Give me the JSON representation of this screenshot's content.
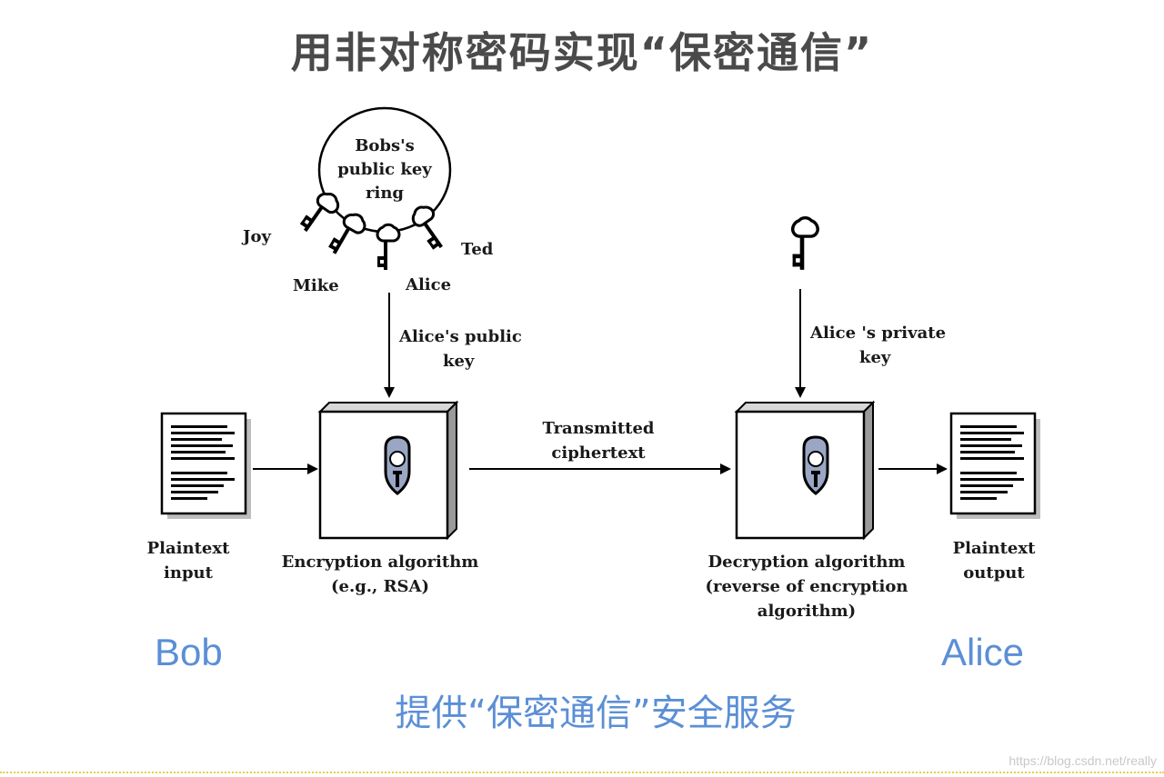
{
  "title": "用非对称密码实现“保密通信”",
  "keyring": {
    "label_lines": [
      "Bobs's",
      "public key",
      "ring"
    ],
    "keys": [
      "Joy",
      "Mike",
      "Alice",
      "Ted"
    ]
  },
  "labels": {
    "alice_public_key": [
      "Alice's public",
      "key"
    ],
    "alice_private_key": [
      "Alice 's private",
      "key"
    ],
    "transmitted_ciphertext": [
      "Transmitted",
      "ciphertext"
    ],
    "plaintext_input": [
      "Plaintext",
      "input"
    ],
    "plaintext_output": [
      "Plaintext",
      "output"
    ],
    "encryption_algorithm": [
      "Encryption algorithm",
      "(e.g., RSA)"
    ],
    "decryption_algorithm": [
      "Decryption algorithm",
      "(reverse of encryption",
      "algorithm)"
    ]
  },
  "parties": {
    "sender": "Bob",
    "receiver": "Alice"
  },
  "caption": "提供“保密通信”安全服务",
  "watermark": "https://blog.csdn.net/really",
  "colors": {
    "title": "#4a4a4a",
    "accent_blue": "#5b8fd6",
    "lock_blue": "#9aa6c4"
  }
}
